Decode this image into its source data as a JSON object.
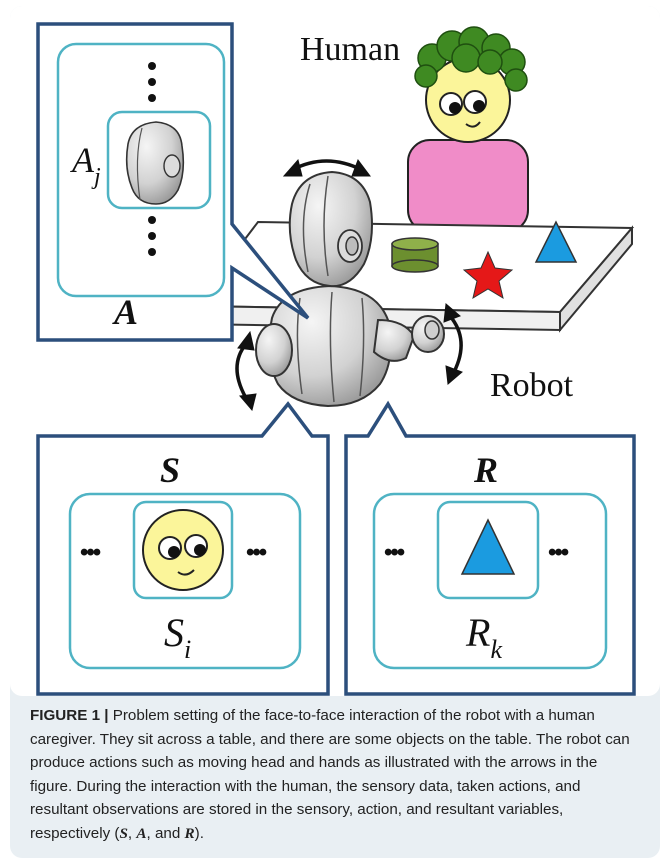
{
  "figure": {
    "labels": {
      "human": "Human",
      "robot": "Robot",
      "action_set": "A",
      "action_elem_base": "A",
      "action_elem_sub": "j",
      "sensory_set": "S",
      "sensory_elem_base": "S",
      "sensory_elem_sub": "i",
      "result_set": "R",
      "result_elem_base": "R",
      "result_elem_sub": "k",
      "ellipsis": "•••"
    }
  },
  "caption": {
    "label": "FIGURE 1 |",
    "text": " Problem setting of the face-to-face interaction of the robot with a human caregiver. They sit across a table, and there are some objects on the table. The robot can produce actions such as moving head and hands as illustrated with the arrows in the figure. During the interaction with the human, the sensory data, taken actions, and resultant observations are stored in the sensory, action, and resultant variables, respectively (",
    "var_s": "S",
    "sep1": ", ",
    "var_a": "A",
    "sep2": ", and ",
    "var_r": "R",
    "end": ")."
  }
}
